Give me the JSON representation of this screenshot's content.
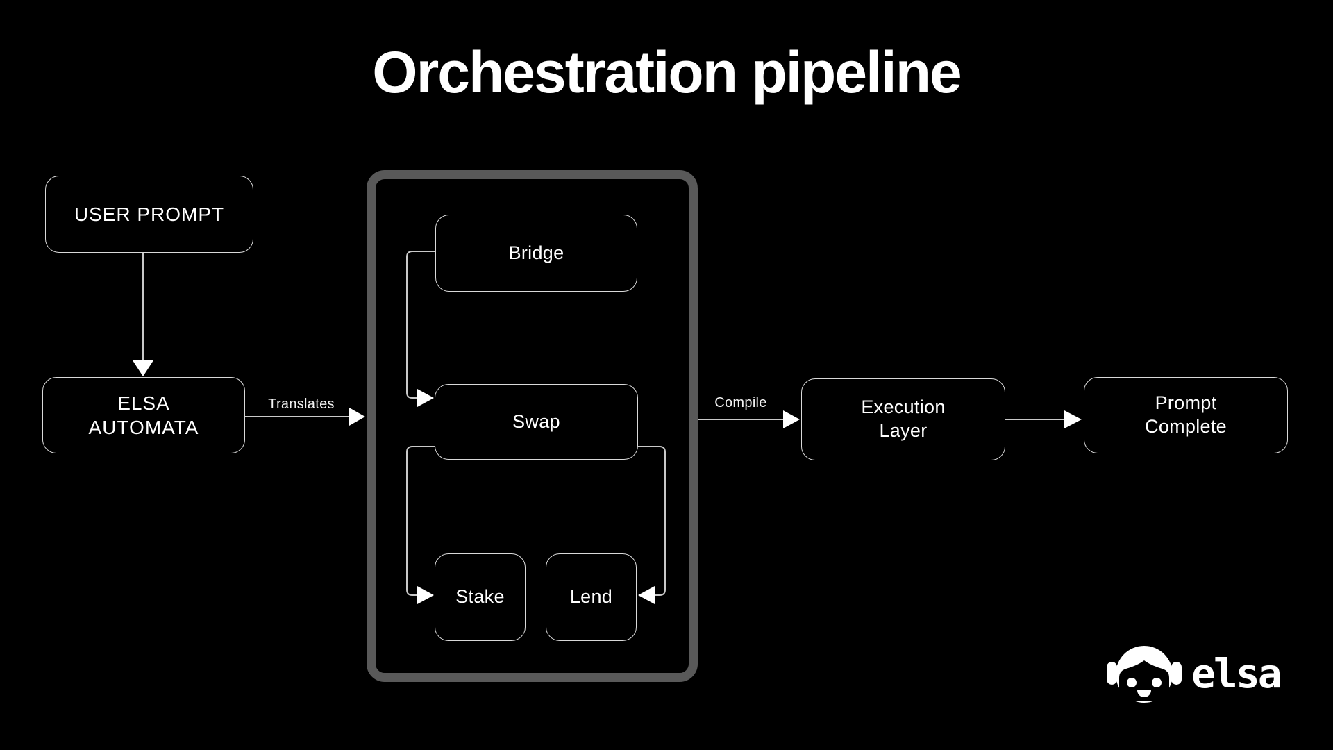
{
  "title": "Orchestration pipeline",
  "diagram": {
    "nodes": {
      "user_prompt": "USER PROMPT",
      "elsa_automata": "ELSA\nAUTOMATA",
      "bridge": "Bridge",
      "swap": "Swap",
      "stake": "Stake",
      "lend": "Lend",
      "execution_layer": "Execution\nLayer",
      "prompt_complete": "Prompt\nComplete"
    },
    "edge_labels": {
      "translates": "Translates",
      "compile": "Compile"
    },
    "edges": [
      {
        "from": "user_prompt",
        "to": "elsa_automata",
        "label": ""
      },
      {
        "from": "elsa_automata",
        "to": "action_group",
        "label": "Translates"
      },
      {
        "from": "bridge",
        "to": "swap",
        "label": ""
      },
      {
        "from": "swap",
        "to": "stake",
        "label": ""
      },
      {
        "from": "swap",
        "to": "lend",
        "label": ""
      },
      {
        "from": "action_group",
        "to": "execution_layer",
        "label": "Compile"
      },
      {
        "from": "execution_layer",
        "to": "prompt_complete",
        "label": ""
      }
    ]
  },
  "logo": {
    "wordmark": "elsa",
    "icon": "robot-face-icon"
  },
  "colors": {
    "background": "#000000",
    "node_border": "#d9d9d9",
    "group_border": "#595959",
    "connector": "#c9c9c9",
    "arrowhead": "#ffffff",
    "text": "#ffffff"
  }
}
